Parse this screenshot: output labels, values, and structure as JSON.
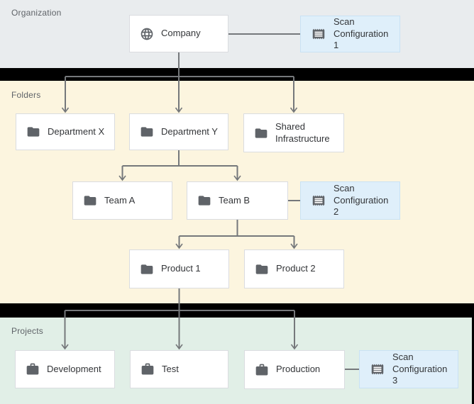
{
  "sections": {
    "organization": {
      "label": "Organization"
    },
    "folders": {
      "label": "Folders"
    },
    "projects": {
      "label": "Projects"
    }
  },
  "nodes": {
    "company": {
      "label": "Company",
      "icon": "globe-icon",
      "section": "organization"
    },
    "department_x": {
      "label": "Department X",
      "icon": "folder-icon",
      "section": "folders"
    },
    "department_y": {
      "label": "Department Y",
      "icon": "folder-icon",
      "section": "folders"
    },
    "shared_infrastructure": {
      "label": "Shared Infrastructure",
      "icon": "folder-icon",
      "section": "folders"
    },
    "team_a": {
      "label": "Team A",
      "icon": "folder-icon",
      "section": "folders"
    },
    "team_b": {
      "label": "Team B",
      "icon": "folder-icon",
      "section": "folders"
    },
    "product_1": {
      "label": "Product 1",
      "icon": "folder-icon",
      "section": "folders"
    },
    "product_2": {
      "label": "Product 2",
      "icon": "folder-icon",
      "section": "folders"
    },
    "development": {
      "label": "Development",
      "icon": "briefcase-icon",
      "section": "projects"
    },
    "test": {
      "label": "Test",
      "icon": "briefcase-icon",
      "section": "projects"
    },
    "production": {
      "label": "Production",
      "icon": "briefcase-icon",
      "section": "projects"
    }
  },
  "scan_configs": {
    "config1": {
      "label": "Scan Configuration 1",
      "icon": "scan-config-icon",
      "attached_to": "Company"
    },
    "config2": {
      "label": "Scan Configuration 2",
      "icon": "scan-config-icon",
      "attached_to": "Team B"
    },
    "config3": {
      "label": "Scan Configuration 3",
      "icon": "scan-config-icon",
      "attached_to": "Production"
    }
  },
  "edges": [
    {
      "from": "company",
      "to": "department_x"
    },
    {
      "from": "company",
      "to": "department_y"
    },
    {
      "from": "company",
      "to": "shared_infrastructure"
    },
    {
      "from": "department_y",
      "to": "team_a"
    },
    {
      "from": "department_y",
      "to": "team_b"
    },
    {
      "from": "team_b",
      "to": "product_1"
    },
    {
      "from": "team_b",
      "to": "product_2"
    },
    {
      "from": "product_1",
      "to": "development"
    },
    {
      "from": "product_1",
      "to": "test"
    },
    {
      "from": "product_1",
      "to": "production"
    }
  ],
  "colors": {
    "organization_bg": "#e9ecee",
    "folders_bg": "#fcf5df",
    "projects_bg": "#e1efe7",
    "separator": "#000000",
    "node_bg": "#ffffff",
    "node_border": "#dadce0",
    "scan_config_bg": "#dfeffa",
    "scan_config_border": "#c9e2f4",
    "icon": "#5f6368",
    "line": "#75787b",
    "node_text": "#333538",
    "section_label_text": "#5f6368"
  }
}
